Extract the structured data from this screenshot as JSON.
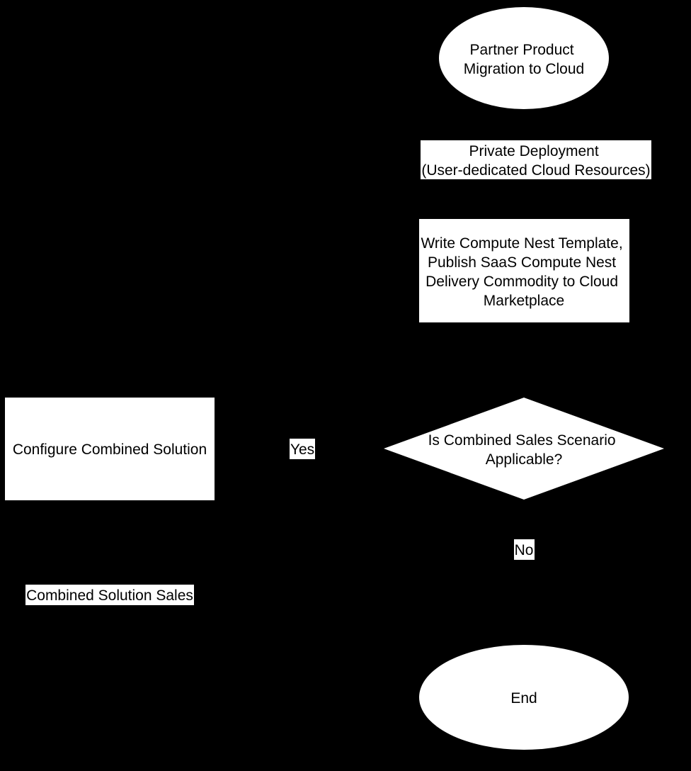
{
  "diagram": {
    "nodes": {
      "start": {
        "shape": "ellipse",
        "lines": [
          "Partner Product",
          "Migration to Cloud"
        ]
      },
      "private": {
        "shape": "rect",
        "lines": [
          "Private Deployment",
          "(User-dedicated Cloud Resources)"
        ]
      },
      "template": {
        "shape": "rect",
        "lines": [
          "Write Compute Nest Template,",
          "Publish SaaS Compute Nest",
          "Delivery Commodity to Cloud",
          "Marketplace"
        ]
      },
      "decision": {
        "shape": "diamond",
        "lines": [
          "Is Combined Sales Scenario",
          "Applicable?"
        ]
      },
      "configure": {
        "shape": "rect",
        "lines": [
          "Configure Combined Solution"
        ]
      },
      "sales": {
        "shape": "label",
        "lines": [
          "Combined Solution Sales"
        ]
      },
      "end": {
        "shape": "ellipse",
        "lines": [
          "End"
        ]
      }
    },
    "edge_labels": {
      "yes": "Yes",
      "no": "No"
    },
    "colors": {
      "background": "#000000",
      "shape_fill": "#ffffff",
      "text": "#000000"
    }
  }
}
